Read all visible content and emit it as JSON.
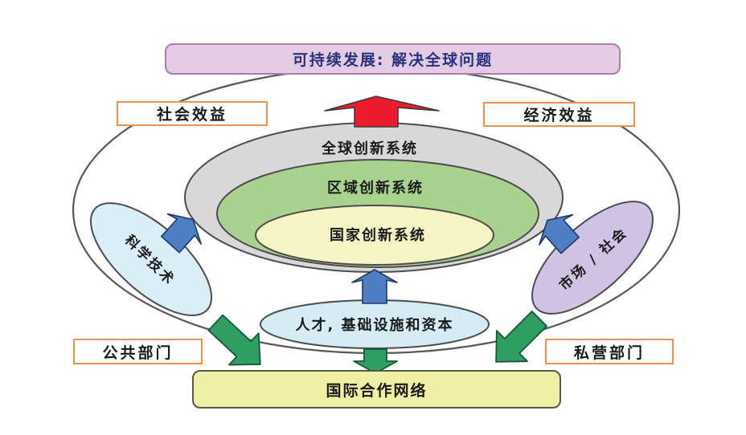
{
  "diagram": {
    "title": {
      "label": "可持续发展: 解决全球问题",
      "text_color": "#27337F",
      "bg": "#E5CAE3",
      "border": "#A87CAB"
    },
    "benefit_labels": {
      "left": "社会效益",
      "right": "经济效益"
    },
    "sector_labels": {
      "left": "公共部门",
      "right": "私营部门"
    },
    "label_box": {
      "border": "#F0914B",
      "text_color": "#1A1A1A"
    },
    "rings": {
      "outer": {
        "label": "全球创新系统",
        "fill": "#D8D8D8"
      },
      "middle": {
        "label": "区域创新系统",
        "fill": "#A9D28F"
      },
      "inner": {
        "label": "国家创新系统",
        "fill": "#F5F5C6"
      }
    },
    "inputs": {
      "science": {
        "label": "科学技术",
        "fill": "#DAEEF8"
      },
      "market": {
        "label": "市场 / 社会",
        "fill": "#CEC3E3"
      },
      "talent": {
        "label": "人才, 基础设施和资本",
        "fill": "#D5ECF5"
      }
    },
    "network": {
      "label": "国际合作网络",
      "fill": "#EEF1A3",
      "border": "#55584A"
    },
    "arrows": {
      "red": "#EC1C2D",
      "blue": "#4E7FC6",
      "green": "#2E9E63"
    },
    "outline": "#4D4D4D",
    "boundary_fill": "#FFFFFF"
  }
}
